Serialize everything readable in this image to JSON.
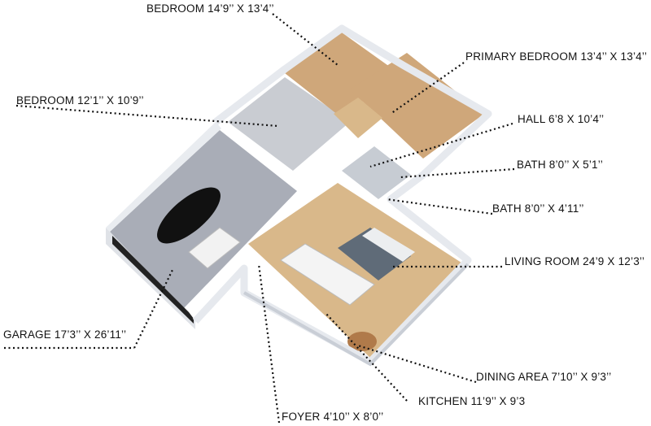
{
  "labels": {
    "bedroom_top": "BEDROOM 14’9’’ X 13’4’’",
    "primary_bedroom": "PRIMARY BEDROOM 13’4’’ X 13’4’’",
    "bedroom_left": "BEDROOM 12’1’’ X 10’9’’",
    "hall": "HALL 6’8 X 10’4’’",
    "bath_1": "BATH 8’0’’ X 5’1’’",
    "bath_2": "BATH 8’0’’ X 4’11’’",
    "living_room": "LIVING ROOM 24’9 X 12’3’’",
    "garage": "GARAGE 17’3’’ X 26’11’’",
    "dining_area": "DINING AREA 7’10’’ X 9’3’’",
    "kitchen": "KITCHEN 11’9’’ X 9’3",
    "foyer": "FOYER 4’10’’ X 8’0’’"
  },
  "colors": {
    "wall": "#eef0f3",
    "wall_shade": "#c9ced6",
    "floor_wood": "#d9b88a",
    "floor_garage": "#a8acb6",
    "leader_line": "#111111"
  }
}
